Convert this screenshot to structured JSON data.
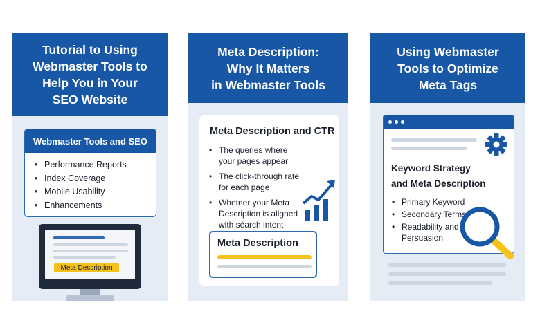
{
  "panels": [
    {
      "title_lines": [
        "Tutorial to Using",
        "Webmaster Tools to",
        "Help You in Your",
        "SEO Website"
      ],
      "card_title": "Webmaster Tools and SEO",
      "items": [
        "Performance Reports",
        "Index Coverage",
        "Mobile Usability",
        "Enhancements"
      ],
      "screen_tag": "Meta Description"
    },
    {
      "title_lines": [
        "Meta Description:",
        "Why It Matters",
        "in Webmaster Tools"
      ],
      "card_title": "Meta Description and CTR",
      "items": [
        "The queries where your pages appear",
        "The click-through rate for each page",
        "Whetner your Meta Description is aligned with séarch intent"
      ],
      "box_label": "Meta Description"
    },
    {
      "title_lines": [
        "Using Webmaster",
        "Tools to Optimize",
        "Meta Tags"
      ],
      "card_title_lines": [
        "Keyword Strategy",
        "and Meta Description"
      ],
      "items": [
        "Primary Keyword",
        "Secondary Terms",
        "Readability and Persuasion"
      ]
    }
  ],
  "colors": {
    "brand_blue": "#1857a5",
    "accent_yellow": "#f6c21b",
    "panel_bg": "#e6ecf6",
    "line_gray": "#cdd5e1"
  },
  "icons": [
    "monitor-icon",
    "bar-chart-trend-icon",
    "gear-icon",
    "magnifier-icon"
  ]
}
